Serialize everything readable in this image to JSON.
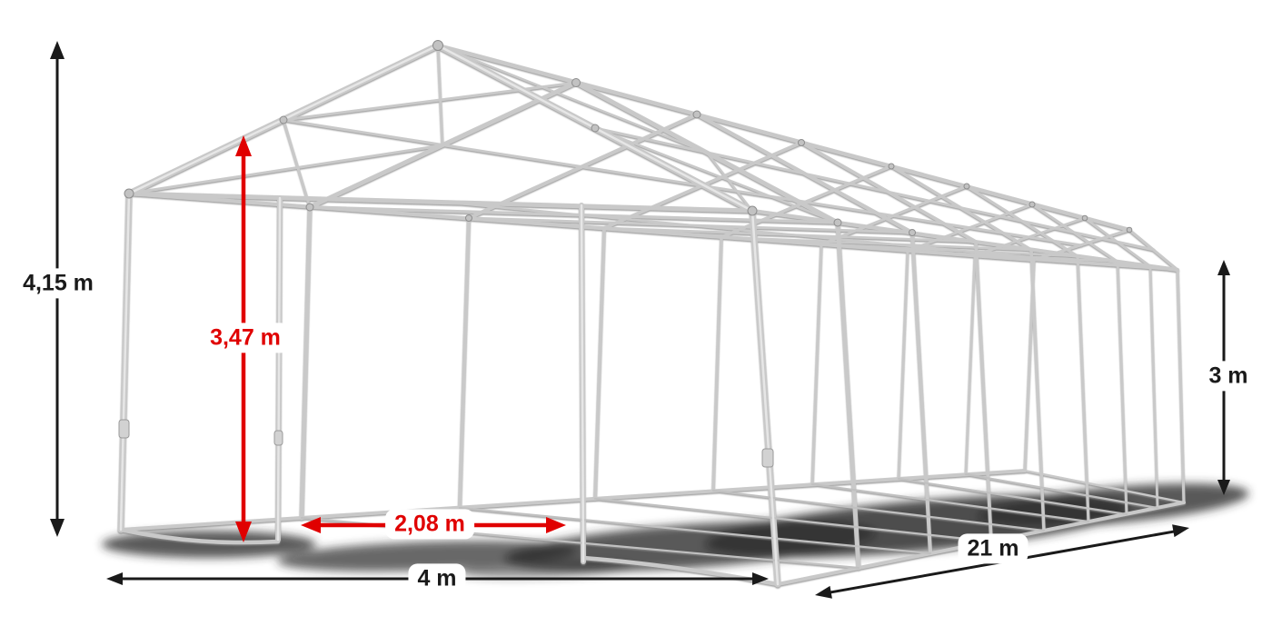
{
  "diagram": {
    "type": "tent-frame-dimension-diagram",
    "dimensions": {
      "total_height": "4,15 m",
      "clearance_height": "3,47 m",
      "entrance_width": "2,08 m",
      "side_height": "3 m",
      "width": "4 m",
      "length": "21 m"
    },
    "colors": {
      "dimension_black": "#1a1a1a",
      "dimension_red": "#e00000",
      "frame_gray": "#c9c9c9",
      "frame_highlight": "#e8e8e8",
      "shadow": "#2e2e2e",
      "background": "#ffffff"
    }
  }
}
